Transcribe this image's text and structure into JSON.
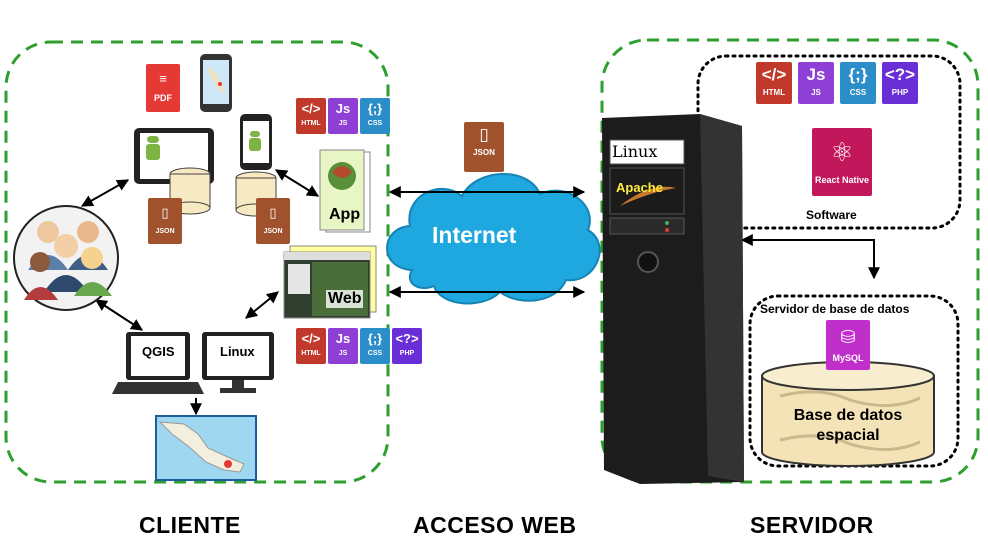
{
  "sections": {
    "client": "CLIENTE",
    "web": "ACCESO WEB",
    "server": "SERVIDOR"
  },
  "cloud_label": "Internet",
  "client_items": {
    "pdf": "PDF",
    "json_tablet": "JSON",
    "json_phone": "JSON",
    "app": "App",
    "web": "Web",
    "qgis": "QGIS",
    "linux": "Linux"
  },
  "client_badges_top": {
    "html": "HTML",
    "js": "JS",
    "css": "CSS"
  },
  "client_badges_bottom": {
    "html": "HTML",
    "js": "JS",
    "css": "CSS",
    "php": "PHP"
  },
  "web_json": "JSON",
  "server_tower": {
    "linux": "Linux",
    "apache": "Apache"
  },
  "software_box": {
    "title": "Software",
    "html": "HTML",
    "js": "JS",
    "css": "CSS",
    "php": "PHP",
    "react": "React Native"
  },
  "db_box": {
    "title": "Servidor de base de datos",
    "mysql": "MySQL",
    "db_label": "Base de datos espacial"
  },
  "icons": {
    "people": "people-group-icon",
    "tablet": "tablet-android-icon",
    "phone": "smartphone-android-icon",
    "mobile_map": "mobile-map-icon",
    "database": "database-icon",
    "laptop": "laptop-icon",
    "monitor": "monitor-icon",
    "map": "mexico-map-icon",
    "cloud": "cloud-icon",
    "tower": "server-tower-icon"
  },
  "colors": {
    "group_border": "#2e9e2e",
    "cloud": "#1fa8e0",
    "json": "#a0522d"
  }
}
